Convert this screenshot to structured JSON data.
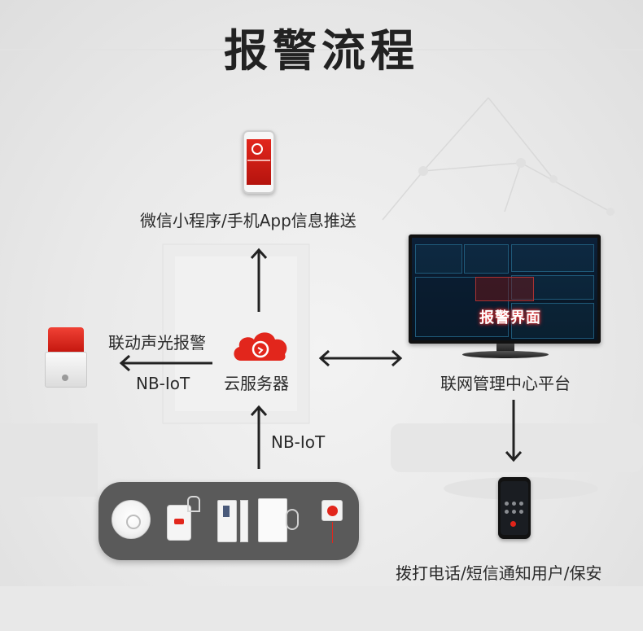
{
  "title": "报警流程",
  "nodes": {
    "app_push": {
      "label": "微信小程序/手机App信息推送"
    },
    "siren": {
      "label": "联动声光报警",
      "link_label": "NB-IoT"
    },
    "cloud": {
      "label": "云服务器"
    },
    "platform": {
      "label": "联网管理中心平台",
      "screen_overlay": "报警界面"
    },
    "devices": {
      "link_label": "NB-IoT"
    },
    "call": {
      "label": "拨打电话/短信通知用户/保安"
    }
  },
  "colors": {
    "accent": "#e2261c",
    "arrow": "#222222",
    "tray": "#5a5a5a"
  },
  "icons": {
    "phone_top": "smartphone-icon",
    "siren": "alarm-siren-icon",
    "cloud": "cloud-server-icon",
    "monitor": "monitor-icon",
    "phone_right": "phone-call-icon",
    "devices": [
      "smoke-detector-icon",
      "gas-detector-icon",
      "door-sensor-icon",
      "motion-sensor-icon",
      "emergency-button-icon"
    ]
  }
}
